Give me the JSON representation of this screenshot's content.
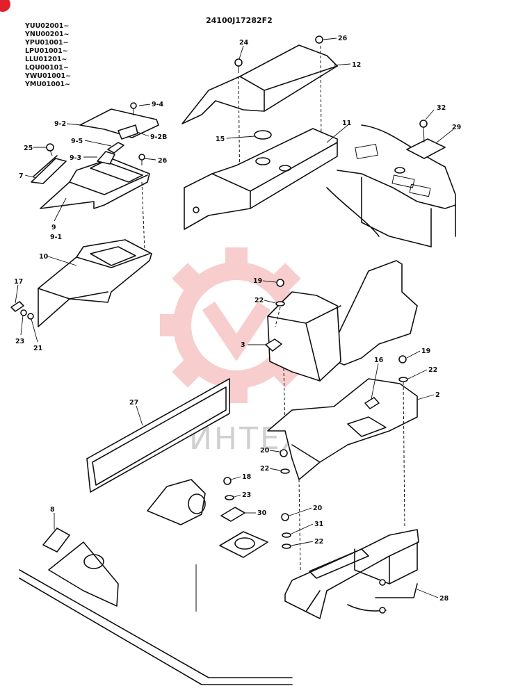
{
  "diagram": {
    "drawing_code": "24100J17282F2",
    "serial_ranges": [
      "YUU02001~",
      "YNU00201~",
      "YPU01001~",
      "LPU01001~",
      "LLU01201~",
      "LQU00101~",
      "YWU01001~",
      "YMU01001~"
    ],
    "watermark_text": "ИНТЕХ",
    "watermark_color": "#f4a6a6",
    "badge_color": "#e0202a",
    "callouts": [
      "9-4",
      "9-2",
      "9-2B",
      "9-5",
      "9-3",
      "25",
      "26",
      "7",
      "9",
      "9-1",
      "10",
      "17",
      "23",
      "21",
      "24",
      "26",
      "12",
      "15",
      "11",
      "32",
      "29",
      "19",
      "22",
      "3",
      "16",
      "2",
      "19",
      "22",
      "27",
      "20",
      "22",
      "18",
      "23",
      "30",
      "8",
      "20",
      "31",
      "22",
      "28"
    ]
  }
}
